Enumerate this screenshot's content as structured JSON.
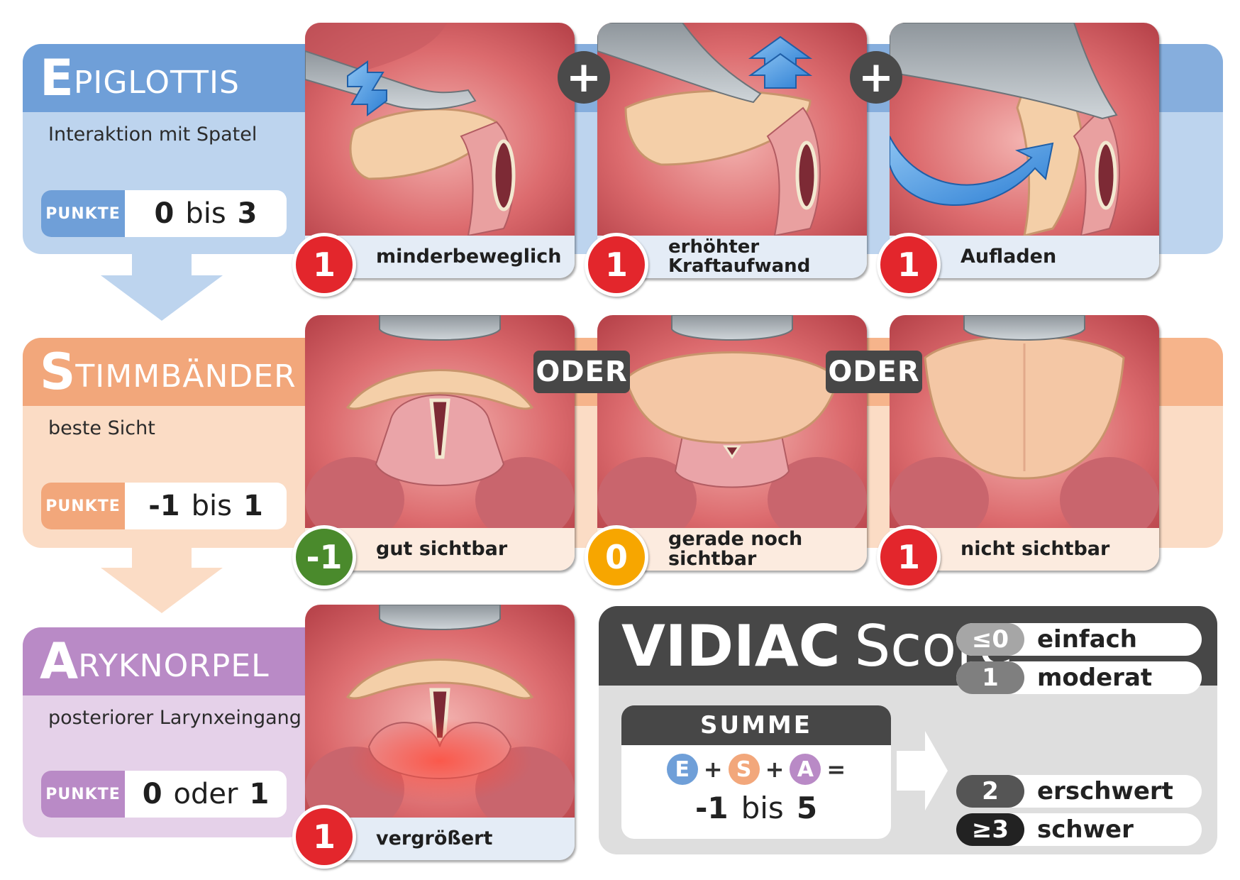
{
  "epiglottis": {
    "title_initial": "E",
    "title_rest": "PIGLOTTIS",
    "subtitle": "Interaktion mit Spatel",
    "points_label": "PUNKTE",
    "points_from": "0",
    "points_sep": "bis",
    "points_to": "3",
    "panels": [
      {
        "score": "1",
        "caption": "minderbeweglich"
      },
      {
        "score": "1",
        "caption_line1": "erhöhter",
        "caption_line2": "Kraftaufwand"
      },
      {
        "score": "1",
        "caption": "Aufladen"
      }
    ],
    "connector": "+"
  },
  "stimmbaender": {
    "title_initial": "S",
    "title_rest": "TIMMBÄNDER",
    "subtitle": "beste Sicht",
    "points_label": "PUNKTE",
    "points_from": "-1",
    "points_sep": "bis",
    "points_to": "1",
    "panels": [
      {
        "score": "-1",
        "caption": "gut sichtbar"
      },
      {
        "score": "0",
        "caption": "gerade noch sichtbar"
      },
      {
        "score": "1",
        "caption": "nicht sichtbar"
      }
    ],
    "connector": "ODER"
  },
  "aryknorpel": {
    "title_initial": "A",
    "title_rest": "RYKNORPEL",
    "subtitle": "posteriorer Larynxeingang",
    "points_label": "PUNKTE",
    "points_from": "0",
    "points_sep": "oder",
    "points_to": "1",
    "panels": [
      {
        "score": "1",
        "caption": "vergrößert"
      }
    ]
  },
  "score": {
    "title_bold": "VIDIAC",
    "title_rest": "Score",
    "summe_label": "SUMME",
    "letter_e": "E",
    "letter_s": "S",
    "letter_a": "A",
    "plus": "+",
    "equals": "=",
    "range_from": "-1",
    "range_sep": "bis",
    "range_to": "5",
    "grades": [
      {
        "value": "≤0",
        "label": "einfach"
      },
      {
        "value": "1",
        "label": "moderat"
      },
      {
        "value": "2",
        "label": "erschwert"
      },
      {
        "value": "≥3",
        "label": "schwer"
      }
    ]
  },
  "colors": {
    "epiglottis": "#6f9fd8",
    "stimmbaender": "#f2a77b",
    "aryknorpel": "#b98ac6",
    "badge_red": "#e3262c",
    "badge_green": "#4a8a2c",
    "badge_orange": "#f7a600",
    "dark": "#474747"
  }
}
